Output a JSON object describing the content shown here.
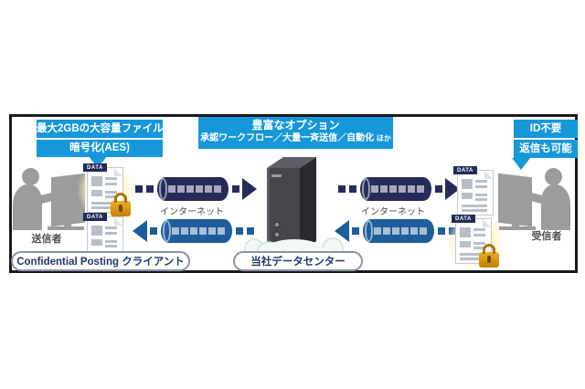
{
  "diagram": {
    "callouts": {
      "left": {
        "line1": "最大2GBの大容量ファイル",
        "line2": "暗号化(AES)"
      },
      "center": {
        "title": "豊富なオプション",
        "subtitle": "承認ワークフロー／大量一斉送信／自動化",
        "subtitle_note": "ほか"
      },
      "right": {
        "line1": "ID不要",
        "line2": "返信も可能"
      }
    },
    "actors": {
      "sender": "送信者",
      "receiver": "受信者"
    },
    "network": {
      "internet_left": "インターネット",
      "internet_right": "インターネット"
    },
    "pills": {
      "client": "Confidential Posting クライアント",
      "datacenter": "当社データセンター"
    },
    "file_tag": "DATA",
    "colors": {
      "callout_blue": "#1697D9",
      "tunnel_navy": "#242C58",
      "tunnel_blue": "#1E5E9C",
      "silhouette_gray": "#9C9C9C",
      "lock_gold": "#D7930F",
      "glow_yellow": "#FFE27A",
      "pill_text_navy": "#1F3864",
      "frame_border": "#1A1A1A"
    }
  }
}
